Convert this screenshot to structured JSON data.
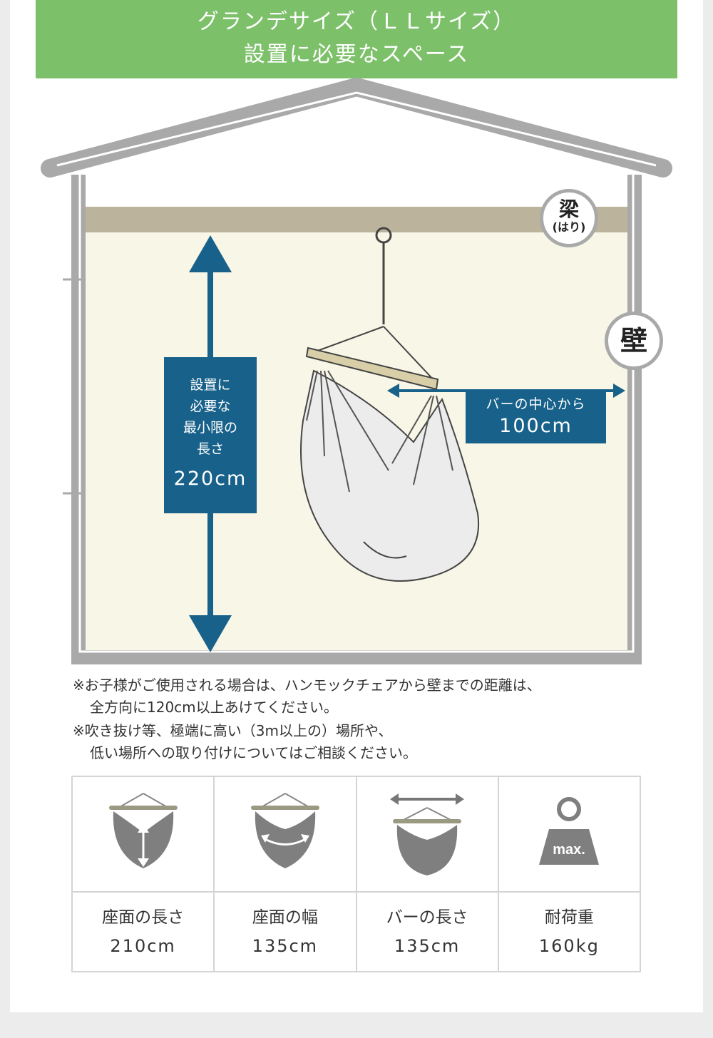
{
  "header": {
    "line1": "グランデサイズ（ＬＬサイズ）",
    "line2": "設置に必要なスペース"
  },
  "labels": {
    "beam_kanji": "梁",
    "beam_reading": "(はり)",
    "wall": "壁"
  },
  "height_box": {
    "l1": "設置に",
    "l2": "必要な",
    "l3": "最小限の",
    "l4": "長さ",
    "value": "220cm"
  },
  "width_box": {
    "label": "バーの中心から",
    "value": "100cm"
  },
  "notes": [
    {
      "l1": "※お子様がご使用される場合は、ハンモックチェアから壁までの距離は、",
      "l2": "全方向に120cm以上あけてください。"
    },
    {
      "l1": "※吹き抜け等、極端に高い（3m以上の）場所や、",
      "l2": "低い場所への取り付けについてはご相談ください。"
    }
  ],
  "specs": [
    {
      "icon": "seat-length-icon",
      "label": "座面の長さ",
      "value": "210cm"
    },
    {
      "icon": "seat-width-icon",
      "label": "座面の幅",
      "value": "135cm"
    },
    {
      "icon": "bar-length-icon",
      "label": "バーの長さ",
      "value": "135cm"
    },
    {
      "icon": "max-load-icon",
      "icon_text": "max.",
      "label": "耐荷重",
      "value": "160kg"
    }
  ],
  "colors": {
    "green": "#7dc06a",
    "blue": "#17618a",
    "gray": "#a8a9a8",
    "cream": "#f8f6e6",
    "beam": "#bcb39c"
  }
}
